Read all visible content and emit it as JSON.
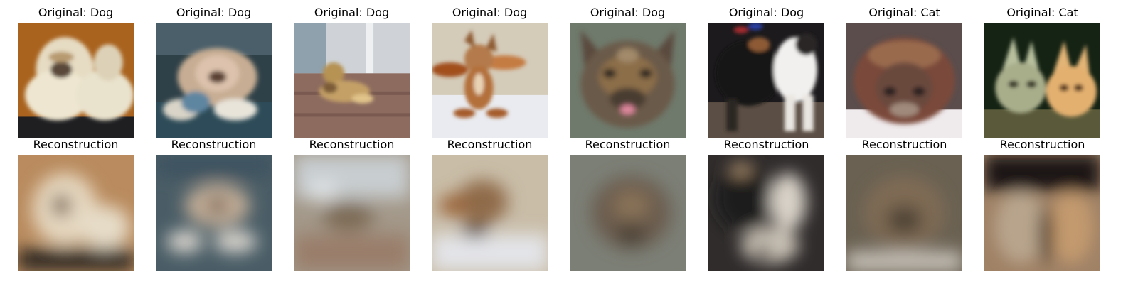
{
  "figure": {
    "rows": [
      {
        "row_name": "originals",
        "panels": [
          {
            "title": "Original: Dog",
            "image": "small-white-dog-sitting"
          },
          {
            "title": "Original: Dog",
            "image": "fluffy-dog-lying-down"
          },
          {
            "title": "Original: Dog",
            "image": "dog-lying-on-wooden-deck"
          },
          {
            "title": "Original: Dog",
            "image": "small-brown-dog-on-white-blanket"
          },
          {
            "title": "Original: Dog",
            "image": "dog-face-closeup"
          },
          {
            "title": "Original: Dog",
            "image": "black-and-white-dog"
          },
          {
            "title": "Original: Cat",
            "image": "cat-face-closeup"
          },
          {
            "title": "Original: Cat",
            "image": "two-tabby-kittens"
          }
        ]
      },
      {
        "row_name": "reconstructions",
        "panels": [
          {
            "title": "Reconstruction",
            "image": "blurry-reconstruction-1"
          },
          {
            "title": "Reconstruction",
            "image": "blurry-reconstruction-2"
          },
          {
            "title": "Reconstruction",
            "image": "blurry-reconstruction-3"
          },
          {
            "title": "Reconstruction",
            "image": "blurry-reconstruction-4"
          },
          {
            "title": "Reconstruction",
            "image": "blurry-reconstruction-5"
          },
          {
            "title": "Reconstruction",
            "image": "blurry-reconstruction-6"
          },
          {
            "title": "Reconstruction",
            "image": "blurry-reconstruction-7"
          },
          {
            "title": "Reconstruction",
            "image": "blurry-reconstruction-8"
          }
        ]
      }
    ]
  }
}
